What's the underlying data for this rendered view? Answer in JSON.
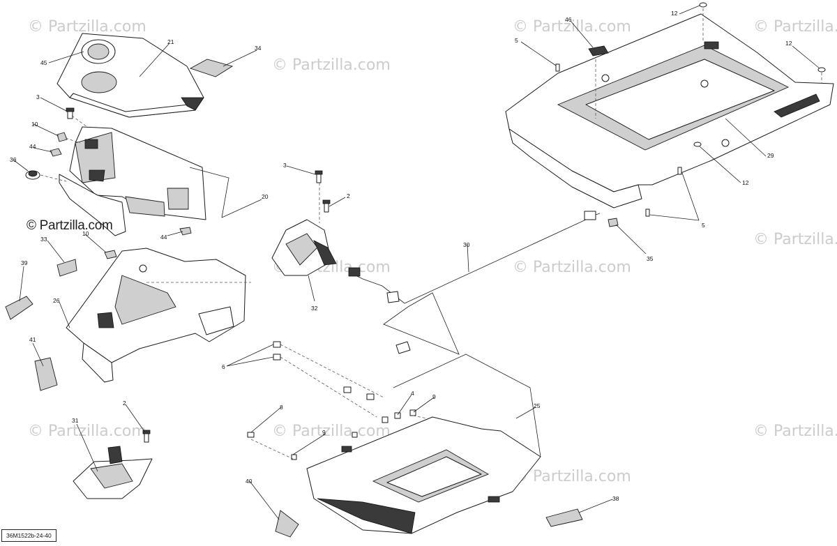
{
  "watermark": "© Partzilla.com",
  "brand_overlay": "© Partzilla.com",
  "reference_code": "36M1522b-24-40",
  "colors": {
    "line": "#1a1a1a",
    "shade": "#cfcfcf",
    "dark": "#3a3a3a",
    "watermark": "#c8c8c8"
  },
  "callouts": [
    "45",
    "21",
    "34",
    "3",
    "10",
    "44",
    "36",
    "20",
    "44",
    "10",
    "33",
    "39",
    "26",
    "41",
    "2",
    "31",
    "40",
    "3",
    "2",
    "32",
    "30",
    "6",
    "8",
    "9",
    "4",
    "9",
    "25",
    "38",
    "46",
    "12",
    "5",
    "12",
    "29",
    "12",
    "5",
    "35"
  ]
}
